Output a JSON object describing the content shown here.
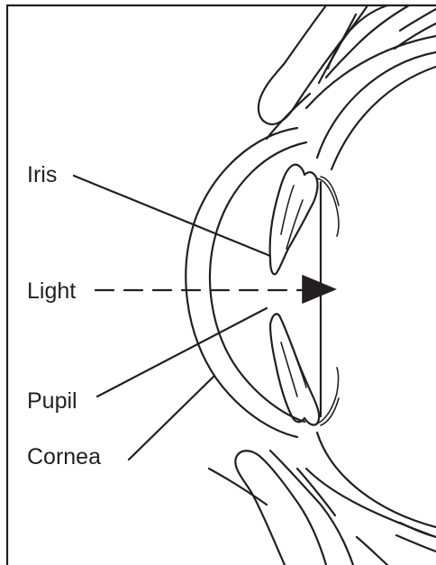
{
  "diagram": {
    "labels": {
      "iris": "Iris",
      "light": "Light",
      "pupil": "Pupil",
      "cornea": "Cornea"
    },
    "colors": {
      "ink": "#231f20",
      "background": "#ffffff"
    }
  }
}
